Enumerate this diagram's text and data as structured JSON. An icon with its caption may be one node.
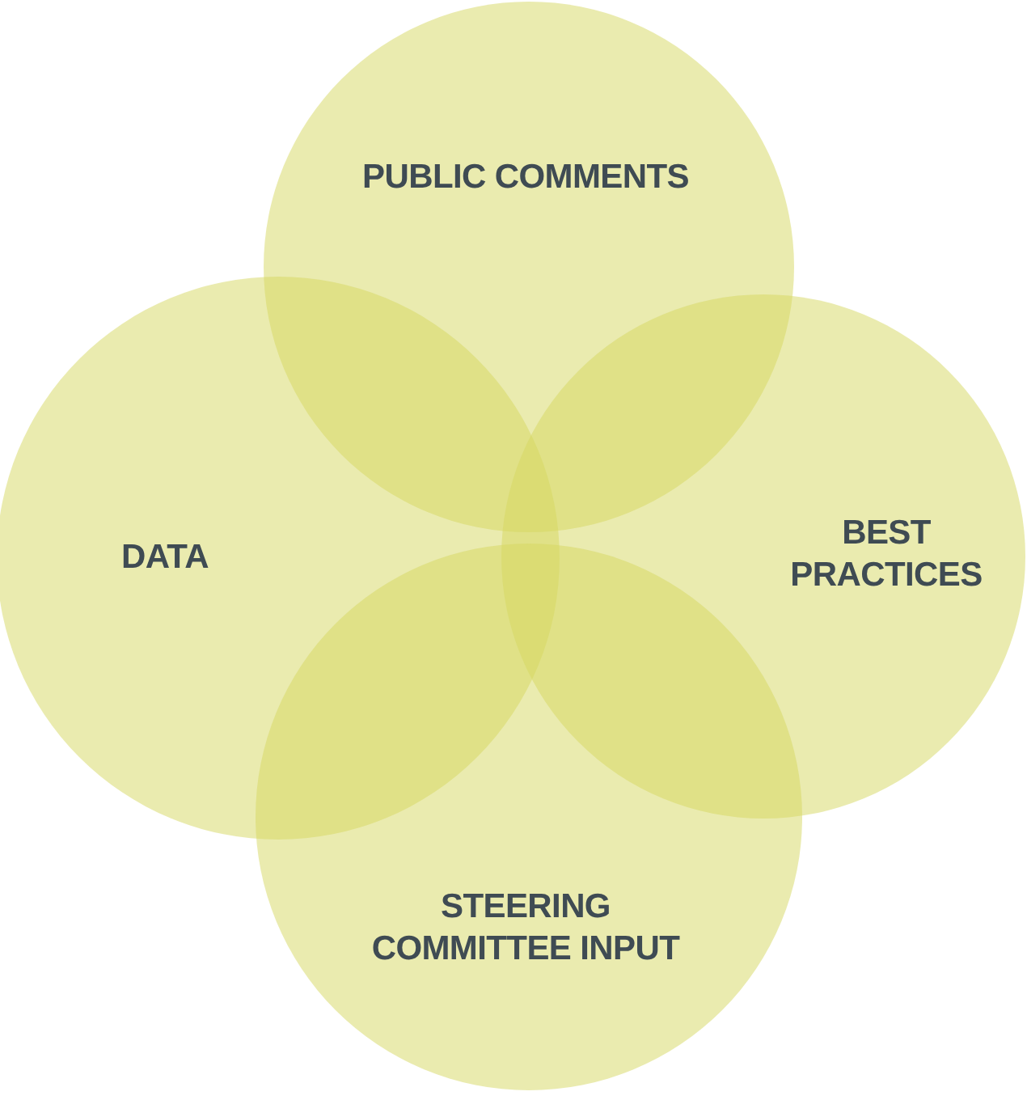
{
  "diagram": {
    "nodes": [
      {
        "text": [
          "PUBLIC COMMENTS"
        ]
      },
      {
        "text": [
          "DATA"
        ]
      },
      {
        "text": [
          "BEST PRACTICES"
        ]
      },
      {
        "text": [
          "STEERING COMMITTEE INPUT"
        ]
      }
    ]
  }
}
